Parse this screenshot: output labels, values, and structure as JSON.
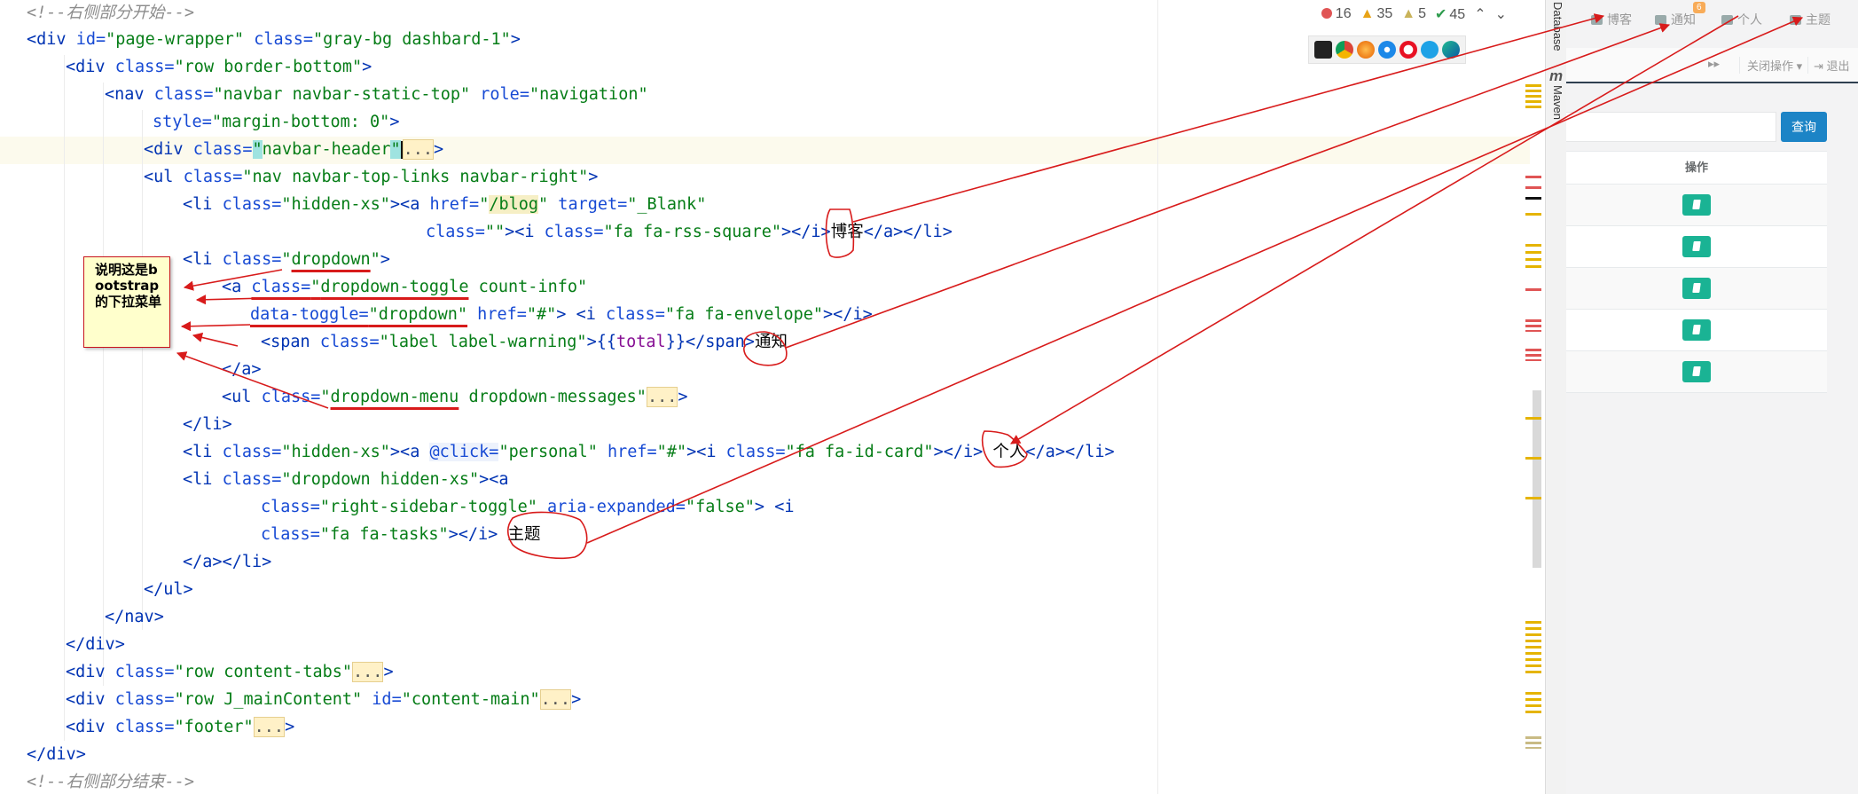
{
  "editor": {
    "lines": [
      {
        "comment": "<!--右侧部分开始-->"
      },
      {
        "t1": "<div ",
        "a1": "id=",
        "s1": "\"page-wrapper\"",
        "a2": " class=",
        "s2": "\"gray-bg dashbard-1\"",
        "t2": ">"
      },
      {
        "t1": "<div ",
        "a1": "class=",
        "s1": "\"row border-bottom\"",
        "t2": ">"
      },
      {
        "t1": "<nav ",
        "a1": "class=",
        "s1": "\"navbar navbar-static-top\"",
        "a2": " role=",
        "s2": "\"navigation\""
      },
      {
        "a1": "style=",
        "s1": "\"margin-bottom: 0\"",
        "t2": ">"
      },
      {
        "t1": "<div ",
        "a1": "class=",
        "s1a": "\"",
        "s1b": "navbar-header",
        "s1c": "\"",
        "fold": "...",
        "t2": ">"
      },
      {
        "t1": "<ul ",
        "a1": "class=",
        "s1": "\"nav navbar-top-links navbar-right\"",
        "t2": ">"
      },
      {
        "t1": "<li ",
        "a1": "class=",
        "s1": "\"hidden-xs\"",
        "t2": "><a ",
        "a2": "href=",
        "s2a": "\"",
        "s2b": "/blog",
        "s2c": "\"",
        "a3": " target=",
        "s3": "\"_Blank\""
      },
      {
        "a1": "class=",
        "s1": "\"\"",
        "t2": "><i ",
        "a2": "class=",
        "s2": "\"fa fa-rss-square\"",
        "t3": "></i>",
        "txt": "博客",
        "t4": "</a></li>"
      },
      {
        "t1": "<li ",
        "a1": "class=",
        "s1a": "\"",
        "s1b": "dropdown",
        "s1c": "\"",
        "t2": ">"
      },
      {
        "t1": "<a ",
        "a1": "class=",
        "s1a": "\"",
        "s1b": "dropdown-toggle",
        "s1c": " count-info\""
      },
      {
        "a1": "data-toggle=",
        "s1": "\"dropdown\"",
        "a2": " href=",
        "s2": "\"#\"",
        "t2": "> <i ",
        "a3": "class=",
        "s3": "\"fa fa-envelope\"",
        "t3": "></i>"
      },
      {
        "t1": "<span ",
        "a1": "class=",
        "s1": "\"label label-warning\"",
        "t2": ">{{",
        "v": "total",
        "t3": "}}</span>",
        "txt": "通知"
      },
      {
        "t1": "</a>"
      },
      {
        "t1": "<ul ",
        "a1": "class=",
        "s1a": "\"",
        "s1b": "dropdown-menu",
        "s1c": " dropdown-messages\"",
        "fold": "...",
        "t2": ">"
      },
      {
        "t1": "</li>"
      },
      {
        "t1": "<li ",
        "a1": "class=",
        "s1": "\"hidden-xs\"",
        "t2": "><a ",
        "a2": "@click=",
        "s2": "\"personal\"",
        "a3": " href=",
        "s3": "\"#\"",
        "t3": "><i ",
        "a4": "class=",
        "s4": "\"fa fa-id-card\"",
        "t4": "></i> ",
        "txt": "个人",
        "t5": "</a></li>"
      },
      {
        "t1": "<li ",
        "a1": "class=",
        "s1": "\"dropdown hidden-xs\"",
        "t2": "><a"
      },
      {
        "a1": "class=",
        "s1": "\"right-sidebar-toggle\"",
        "a2": " aria-expanded=",
        "s2": "\"false\"",
        "t2": "> <i"
      },
      {
        "a1": "class=",
        "s1": "\"fa fa-tasks\"",
        "t2": "></i> ",
        "txt": "主题"
      },
      {
        "t1": "</a></li>"
      },
      {
        "t1": "</ul>"
      },
      {
        "t1": "</nav>"
      },
      {
        "t1": "</div>"
      },
      {
        "t1": "<div ",
        "a1": "class=",
        "s1": "\"row content-tabs\"",
        "fold": "...",
        "t2": ">"
      },
      {
        "t1": "<div ",
        "a1": "class=",
        "s1": "\"row J_mainContent\"",
        "a2": " id=",
        "s2": "\"content-main\"",
        "fold": "...",
        "t2": ">"
      },
      {
        "t1": "<div ",
        "a1": "class=",
        "s1": "\"footer\"",
        "fold": "...",
        "t2": ">"
      },
      {
        "t1": "</div>"
      },
      {
        "comment": "<!--右侧部分结束-->"
      }
    ],
    "inspections": {
      "errors": "16",
      "warnings": "35",
      "weak_warnings": "5",
      "typos": "45"
    },
    "nav_up": "⌃",
    "nav_down": "⌄"
  },
  "tool_windows": {
    "database": "Database",
    "maven_icon": "m",
    "maven": "Maven"
  },
  "preview": {
    "nav": {
      "blog": "博客",
      "notify": "通知",
      "notify_badge": "6",
      "personal": "个人",
      "theme": "主题"
    },
    "tabs": {
      "forward": "▸▸",
      "close_ops": "关闭操作",
      "logout": "退出"
    },
    "search_button": "查询",
    "table": {
      "header": "操作",
      "row_count": 5
    }
  },
  "annotation": {
    "note": "说明这是bootstrap的下拉菜单"
  },
  "colors": {
    "accent_red": "#d81b1b",
    "note_bg": "#ffffcc",
    "btn_primary": "#1c84c6",
    "btn_success": "#1ab394"
  }
}
